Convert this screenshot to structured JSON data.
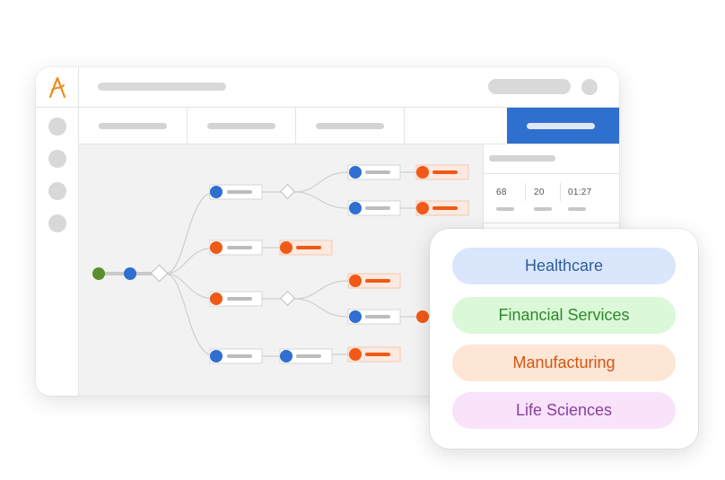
{
  "app": {
    "logo_icon": "a-logo-icon"
  },
  "panel": {
    "stats": [
      "68",
      "20",
      "01:27"
    ]
  },
  "industries": [
    {
      "label": "Healthcare",
      "bg": "#d9e6fb",
      "color": "#2f5d9a"
    },
    {
      "label": "Financial Services",
      "bg": "#dbf8d9",
      "color": "#2e8a2a"
    },
    {
      "label": "Manufacturing",
      "bg": "#fde6d6",
      "color": "#d45510"
    },
    {
      "label": "Life Sciences",
      "bg": "#f8e3fb",
      "color": "#8a3f9b"
    }
  ],
  "colors": {
    "blue_node": "#2e6fd0",
    "orange_node": "#f05a16",
    "green_node": "#5a8f2e",
    "active_tab": "#2f6fcd"
  }
}
